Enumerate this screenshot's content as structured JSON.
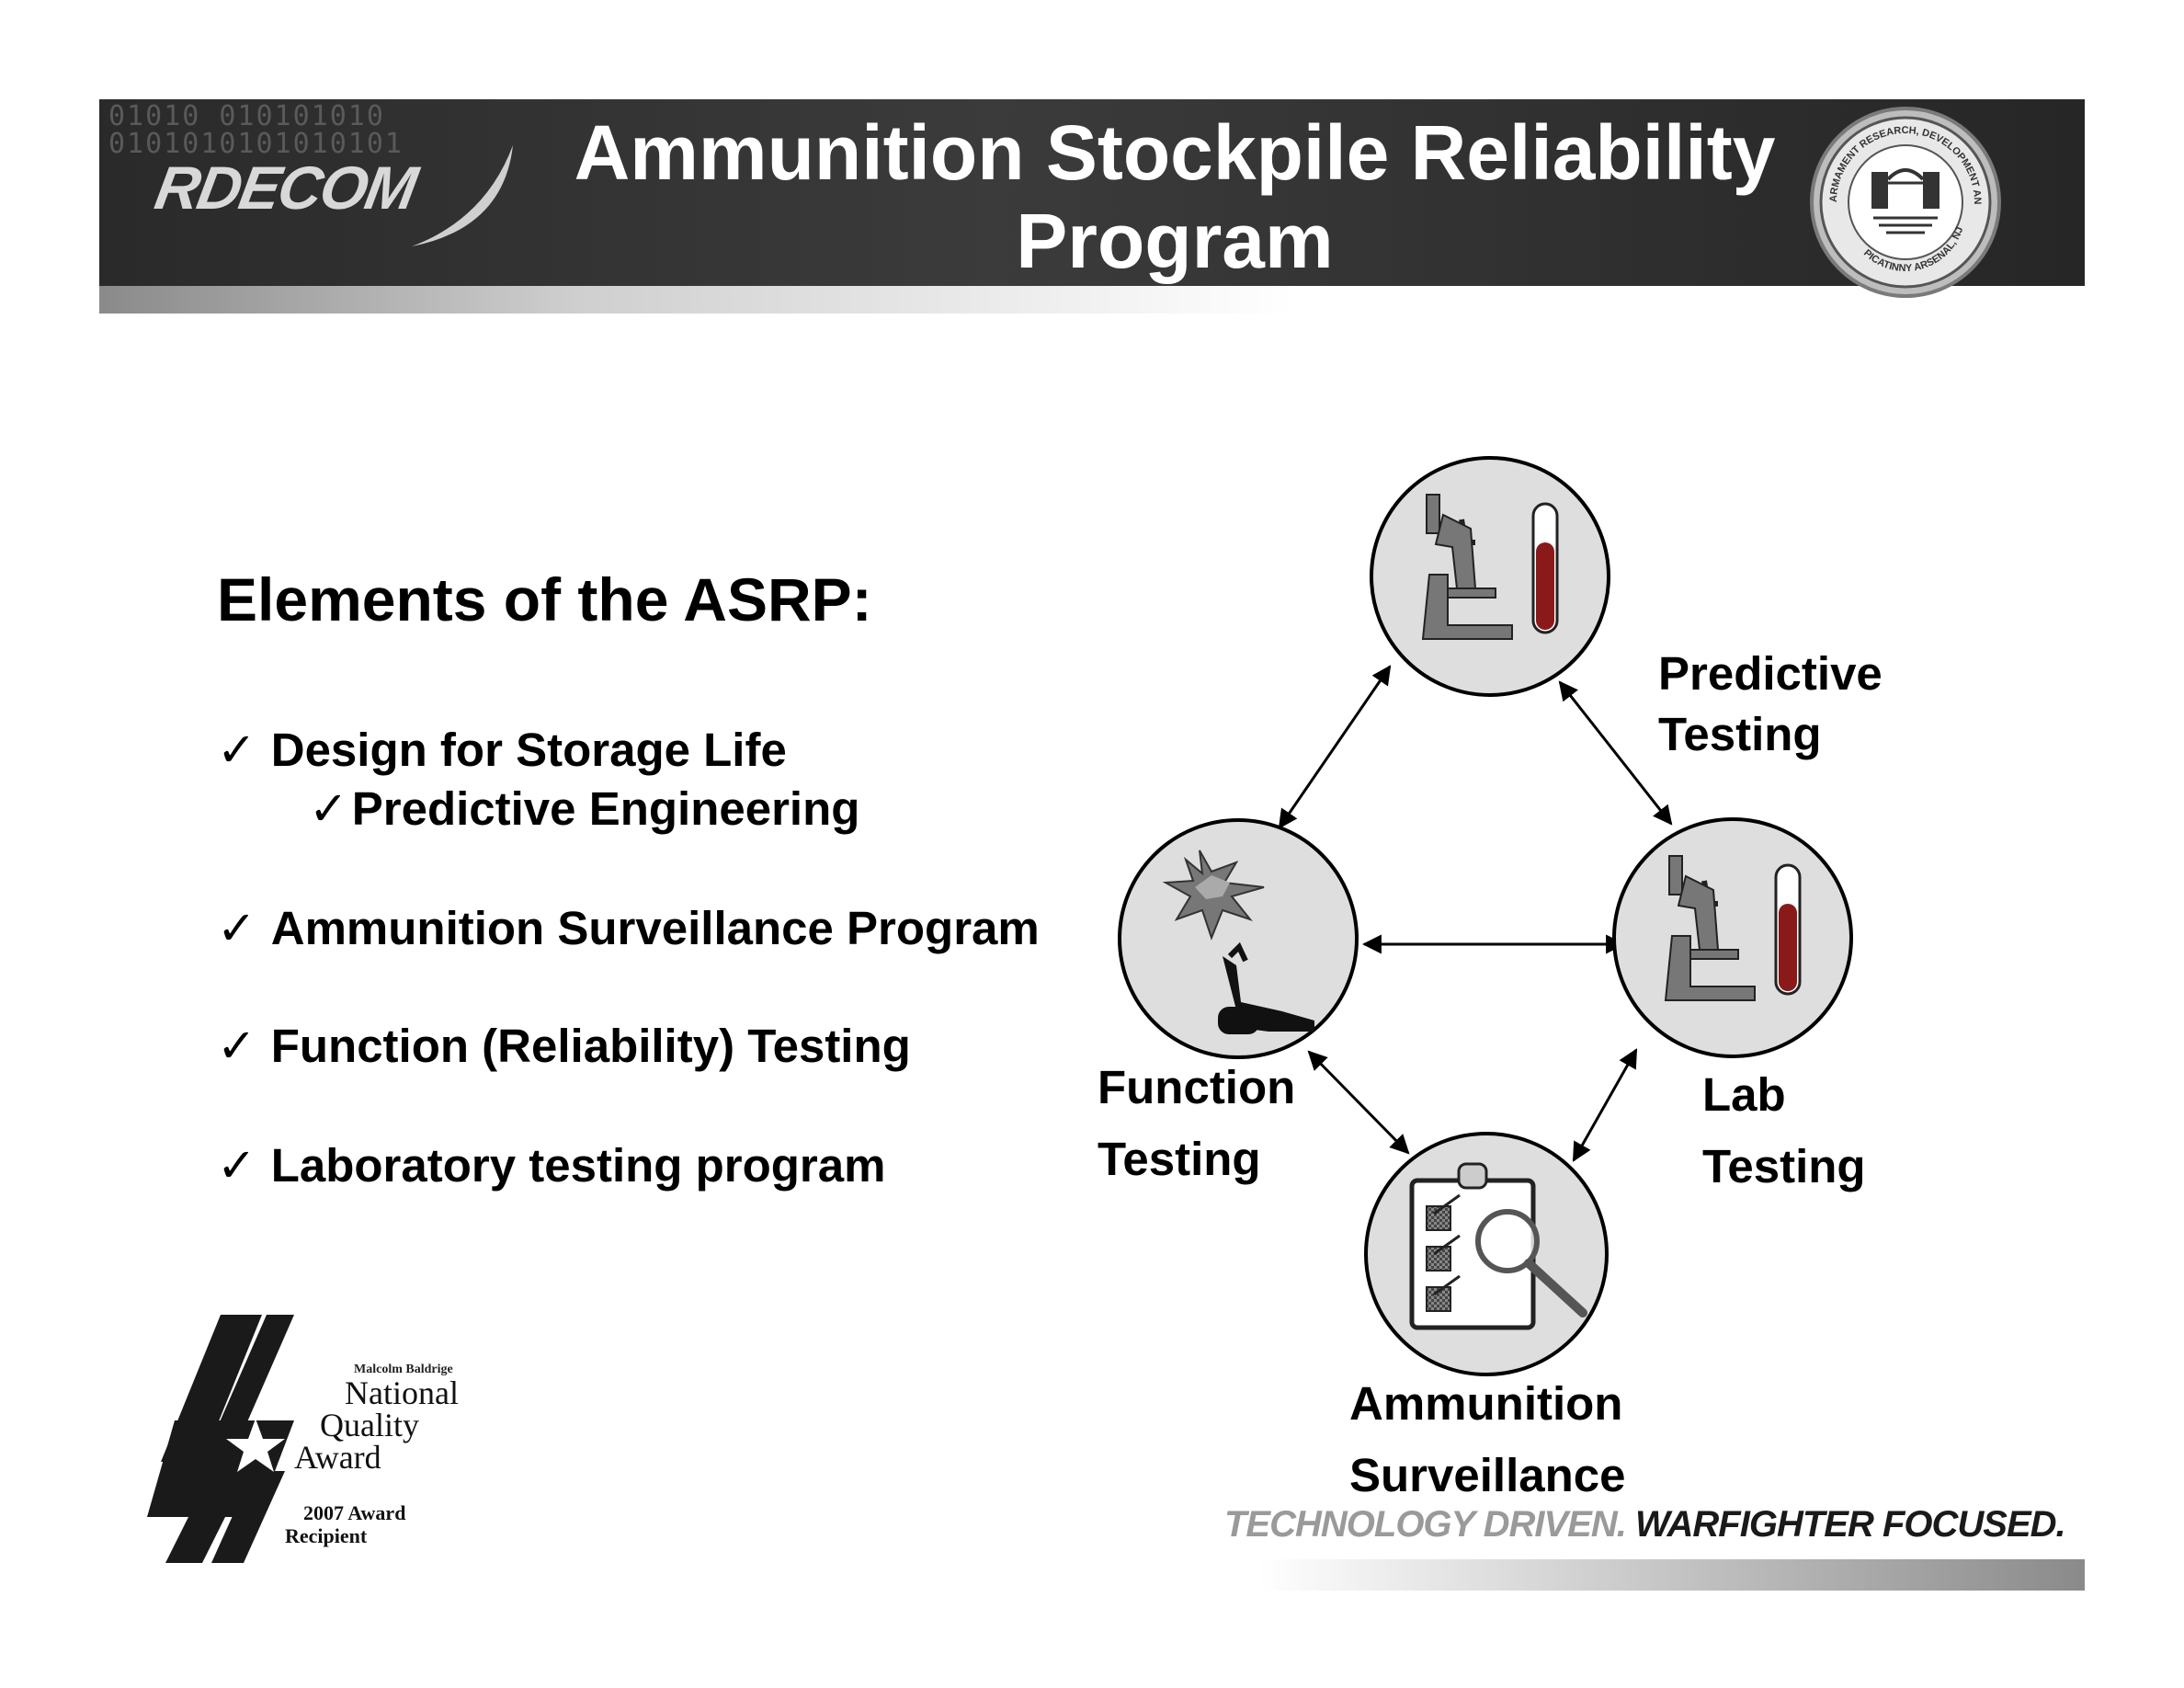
{
  "header": {
    "title_line1": "Ammunition Stockpile Reliability",
    "title_line2": "Program",
    "brand": "RDECOM",
    "seal_text_top": "ARMAMENT RESEARCH, DEVELOPMENT AND ENGINEERING CENTER",
    "seal_text_bottom": "PICATINNY ARSENAL, NJ",
    "binary_text": "01010 010101010\n0101010101010101"
  },
  "content": {
    "heading": "Elements of the ASRP:",
    "bullets": [
      "Design for Storage Life",
      "Predictive Engineering",
      "Ammunition Surveillance Program",
      "Function (Reliability) Testing",
      "Laboratory testing program"
    ],
    "check_glyph": "✓"
  },
  "diagram": {
    "nodes": [
      {
        "label_line1": "Predictive",
        "label_line2": "Testing",
        "icon": "microscope-test-tube-icon"
      },
      {
        "label_line1": "Lab",
        "label_line2": "Testing",
        "icon": "microscope-test-tube-icon"
      },
      {
        "label_line1": "Function",
        "label_line2": "Testing",
        "icon": "explosion-weapon-icon"
      },
      {
        "label_line1": "Ammunition",
        "label_line2": "Surveillance",
        "icon": "clipboard-magnifier-icon"
      }
    ]
  },
  "award": {
    "line1": "Malcolm Baldrige",
    "line2": "National",
    "line3": "Quality",
    "line4": "Award",
    "line5": "2007 Award",
    "line6": "Recipient"
  },
  "footer": {
    "tagline_part1": "TECHNOLOGY DRIVEN. ",
    "tagline_part2": "WARFIGHTER FOCUSED."
  },
  "colors": {
    "banner": "#2f2f2f",
    "circle_fill": "#dedede",
    "icon_red": "#8a1a1a"
  }
}
